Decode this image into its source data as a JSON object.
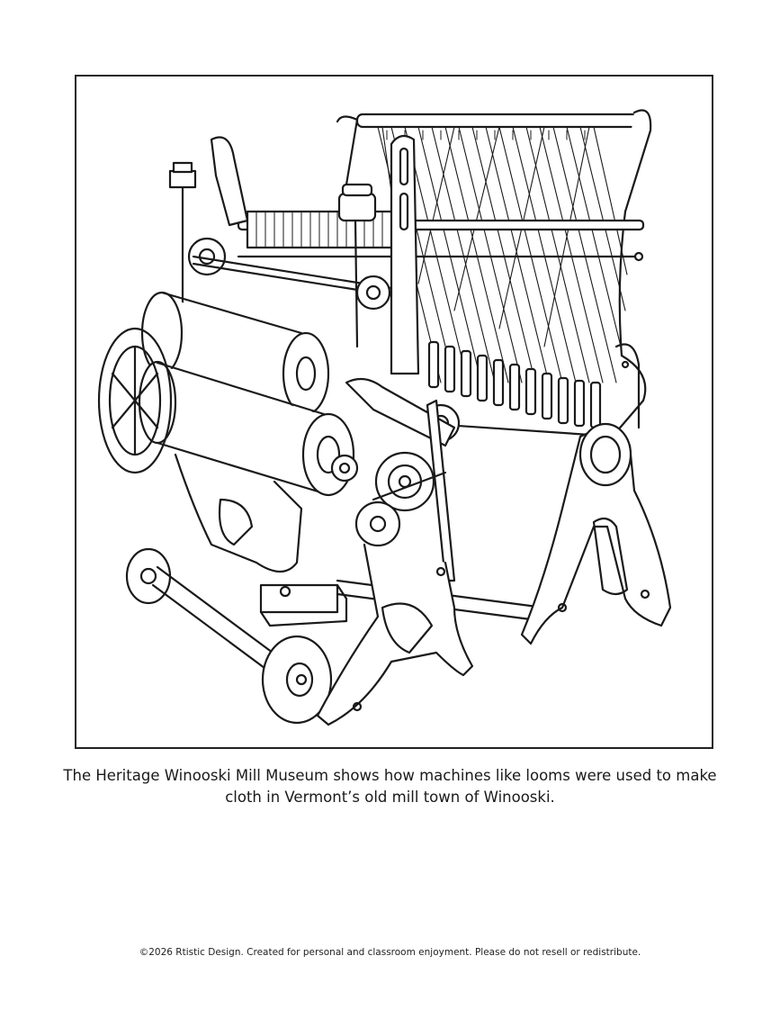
{
  "illustration": {
    "subject": "loom-line-art"
  },
  "caption": {
    "line1": "The Heritage Winooski Mill Museum shows how machines like looms were used to make",
    "line2": "cloth in Vermont’s old mill town of Winooski."
  },
  "footer": {
    "text": "©2026 Rtistic Design.  Created for personal and classroom enjoyment. Please do not resell or redistribute."
  }
}
